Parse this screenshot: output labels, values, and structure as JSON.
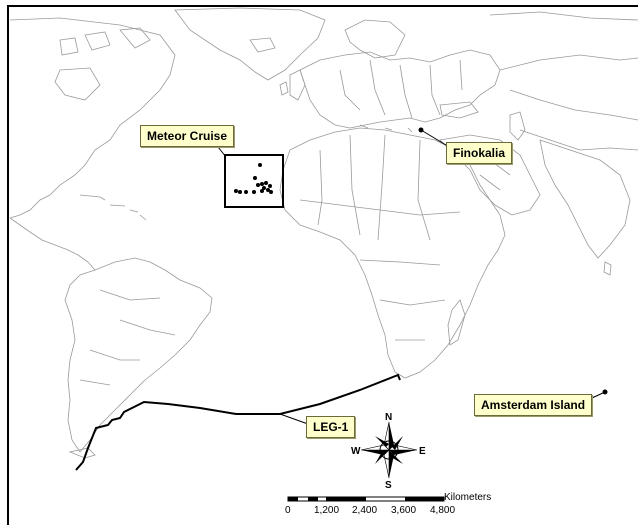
{
  "map": {
    "labels": {
      "meteor_cruise": "Meteor Cruise",
      "finokalia": "Finokalia",
      "amsterdam_island": "Amsterdam Island",
      "leg1": "LEG-1"
    },
    "compass": {
      "n": "N",
      "s": "S",
      "e": "E",
      "w": "W"
    },
    "scalebar": {
      "unit": "Kilometers",
      "ticks": [
        "0",
        "1,200",
        "2,400",
        "3,600",
        "4,800"
      ]
    },
    "colors": {
      "land_outline": "#9a9a9a",
      "route": "#000000",
      "callout_fill": "#ffffcc",
      "frame": "#000000"
    }
  }
}
